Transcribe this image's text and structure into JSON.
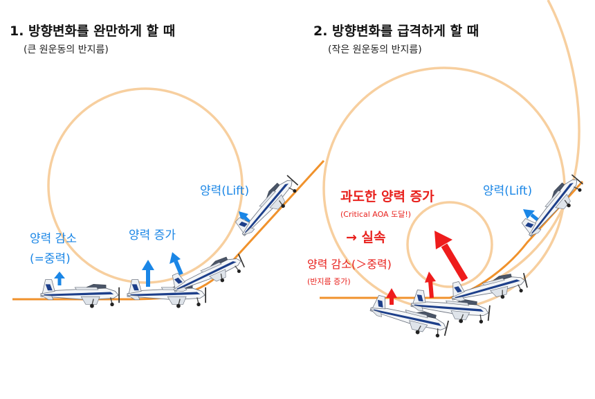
{
  "panel1": {
    "title": "1. 방향변화를 완만하게 할 때",
    "subtitle": "(큰 원운동의 반지름)",
    "label_decrease_line1": "양력 감소",
    "label_decrease_line2": "(=중력)",
    "label_increase": "양력 증가",
    "label_lift": "양력(Lift)"
  },
  "panel2": {
    "title": "2. 방향변화를 급격하게 할 때",
    "subtitle": "(작은 원운동의 반지름)",
    "label_excess": "과도한 양력 증가",
    "label_aoa": "(Critical AOA 도달!)",
    "label_stall": "→ 실속",
    "label_decrease": "양력 감소(＞중력)",
    "label_radius": "(반지름 증가)",
    "label_lift": "양력(Lift)"
  },
  "colors": {
    "path": "#f0922c",
    "circle": "#f7cf9f",
    "lift_blue": "#1a86e6",
    "lift_red": "#ee1c1c",
    "aircraft_body": "#ffffff",
    "aircraft_stripe": "#1d3f8a"
  },
  "icons": [
    "airplane-icon",
    "lift-arrow-icon"
  ]
}
